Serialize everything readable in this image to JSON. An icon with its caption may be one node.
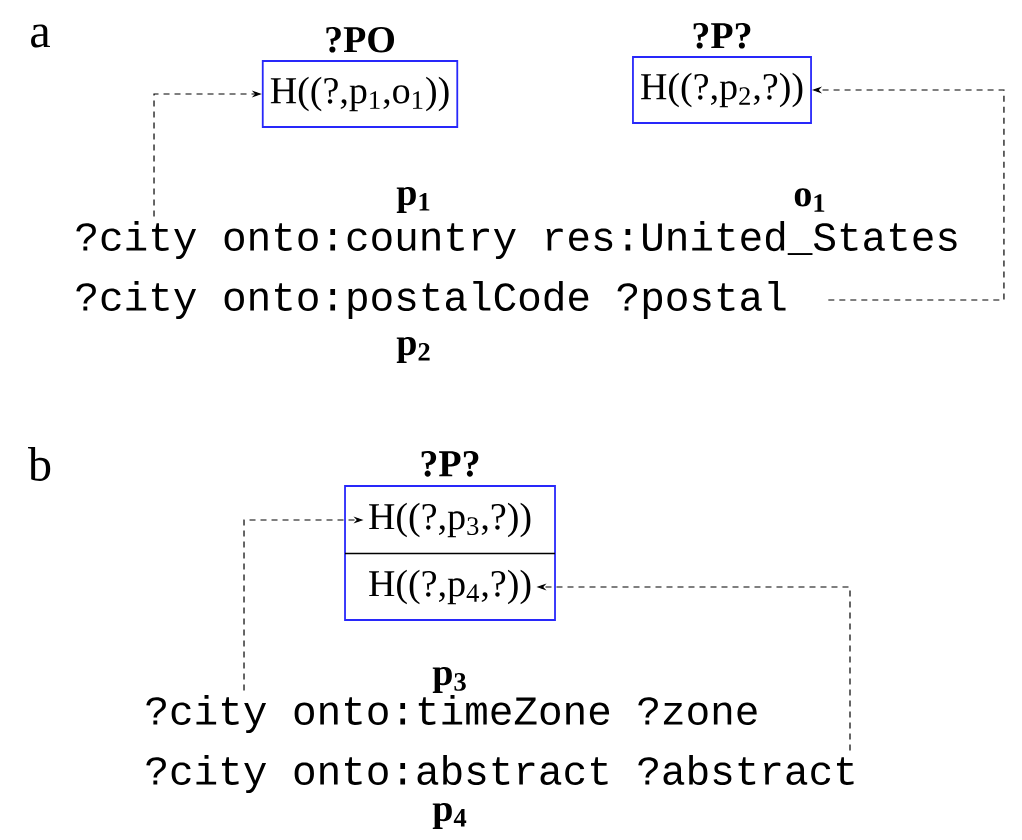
{
  "diagram": {
    "nodes": [
      {
        "text": [
          "?PO",
          "H((?,p$_{1}$,o$_{1}$))"
        ]
      },
      {
        "text": [
          "?P?",
          "H((?,p$_{2}$,?))"
        ]
      },
      {
        "text": [
          "?city onto:country res:United_States"
        ]
      },
      {
        "text": [
          "?city onto:postalCode ?postal"
        ]
      },
      {
        "text": [
          "?P?"
        ]
      },
      {
        "text": [
          "H((?,p$_{3}$,?))"
        ],
        "in": 4
      },
      {
        "text": [
          "H((?,p$_{4}$,?))"
        ],
        "in": 4
      },
      {
        "text": [
          "?city onto:timeZone ?zone"
        ]
      },
      {
        "text": [
          "?city onto:abstract ?abstract"
        ]
      }
    ],
    "edges": [
      {
        "from": 2,
        "to": 0,
        "arrow": "to",
        "style": "dashed"
      },
      {
        "from": 3,
        "to": 1,
        "arrow": "to",
        "style": "dashed"
      },
      {
        "from": 7,
        "to": 5,
        "arrow": "to",
        "style": "dashed"
      },
      {
        "from": 8,
        "to": 6,
        "arrow": "to",
        "style": "dashed"
      }
    ],
    "labels": [
      "a",
      "p$_{1}$",
      "o$_{1}$",
      "p$_{2}$",
      "b",
      "p$_{3}$",
      "p$_{4}$"
    ]
  }
}
